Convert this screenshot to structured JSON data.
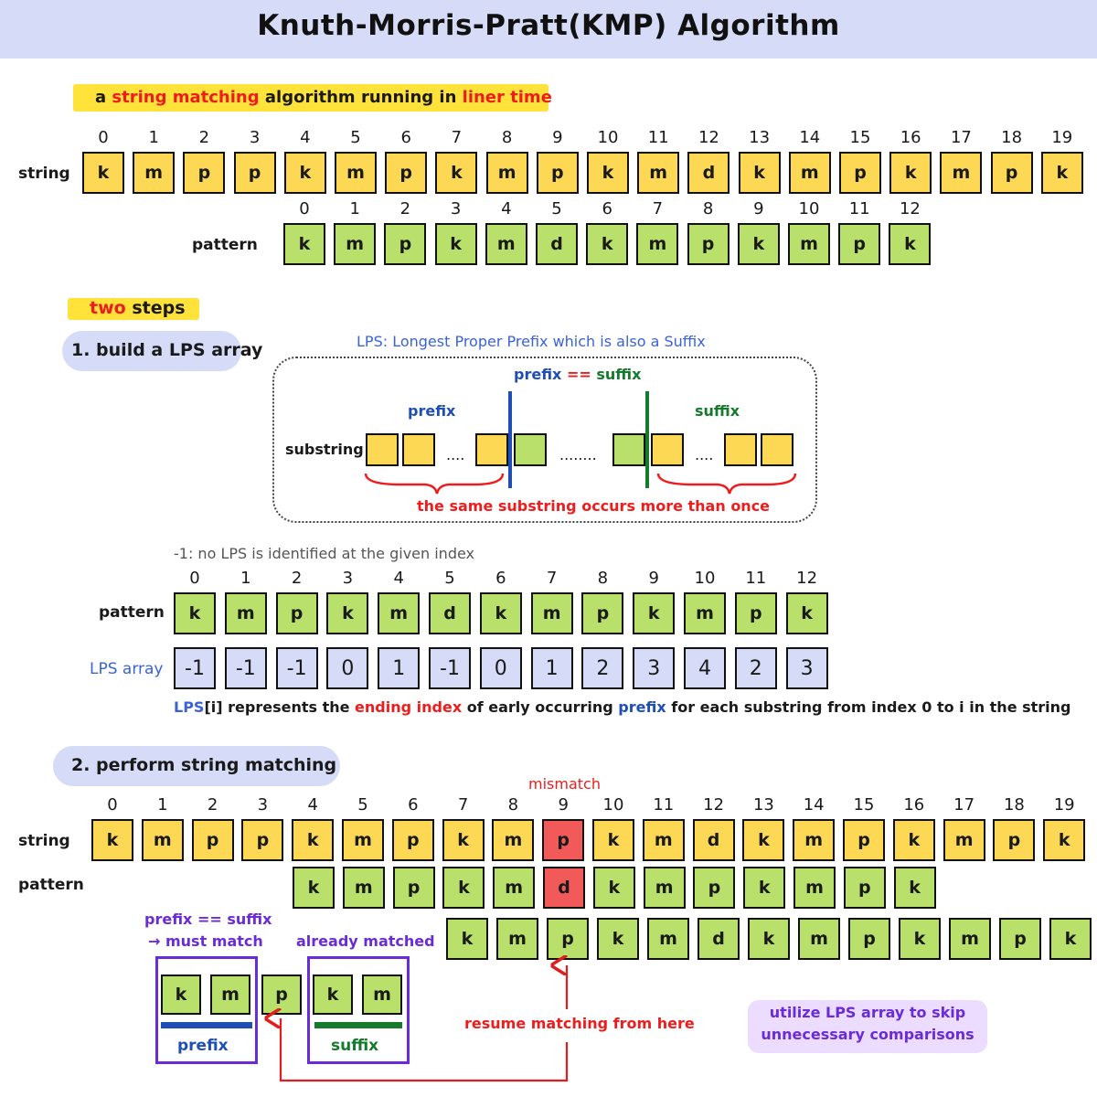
{
  "title": "Knuth-Morris-Pratt(KMP) Algorithm",
  "tagline": {
    "p1": "a ",
    "p2": "string matching",
    "p3": " algorithm running in ",
    "p4": "liner time"
  },
  "labels": {
    "string": "string",
    "pattern": "pattern",
    "lps_array": "LPS array"
  },
  "string_chars": [
    "k",
    "m",
    "p",
    "p",
    "k",
    "m",
    "p",
    "k",
    "m",
    "p",
    "k",
    "m",
    "d",
    "k",
    "m",
    "p",
    "k",
    "m",
    "p",
    "k"
  ],
  "pattern_chars": [
    "k",
    "m",
    "p",
    "k",
    "m",
    "d",
    "k",
    "m",
    "p",
    "k",
    "m",
    "p",
    "k"
  ],
  "lps_values": [
    "-1",
    "-1",
    "-1",
    "0",
    "1",
    "-1",
    "0",
    "1",
    "2",
    "3",
    "4",
    "2",
    "3"
  ],
  "steps": {
    "heading_p1": "two",
    "heading_p2": " steps",
    "step1": "1. build a LPS array",
    "step2": "2. perform string matching"
  },
  "lps_box": {
    "definition": "LPS: Longest Proper Prefix which is also a Suffix",
    "eq_prefix": "prefix",
    "eq_op": " == ",
    "eq_suffix": "suffix",
    "prefix": "prefix",
    "suffix": "suffix",
    "substring": "substring",
    "dots1": "....",
    "dots2": "........",
    "dots3": "....",
    "caption": "the same substring occurs more than once"
  },
  "lps_note": "-1: no LPS is identified at the given index",
  "lps_explain": {
    "p1": "LPS",
    "p2": "[i] represents the ",
    "p3": "ending index",
    "p4": " of early occurring ",
    "p5": "prefix",
    "p6": " for each substring from index 0 to i in the string"
  },
  "matching": {
    "mismatch": "mismatch",
    "prefix_eq_suffix": "prefix == suffix",
    "must_match": "→ must match",
    "already_matched": "already matched",
    "box_chars": [
      "k",
      "m",
      "p",
      "k",
      "m"
    ],
    "prefix": "prefix",
    "suffix": "suffix",
    "resume": "resume matching from here",
    "utilize_line1": "utilize LPS array to skip",
    "utilize_line2": "unnecessary comparisons"
  },
  "colors": {
    "string_cell": "#fcd855",
    "pattern_cell": "#b9e06a",
    "lps_cell": "#d6dcf7",
    "mismatch_cell": "#f25a5a",
    "prefix_line": "#1f4fb4",
    "suffix_line": "#157a2b",
    "frame": "#6a2bd8",
    "arrow": "#e11d1d"
  }
}
